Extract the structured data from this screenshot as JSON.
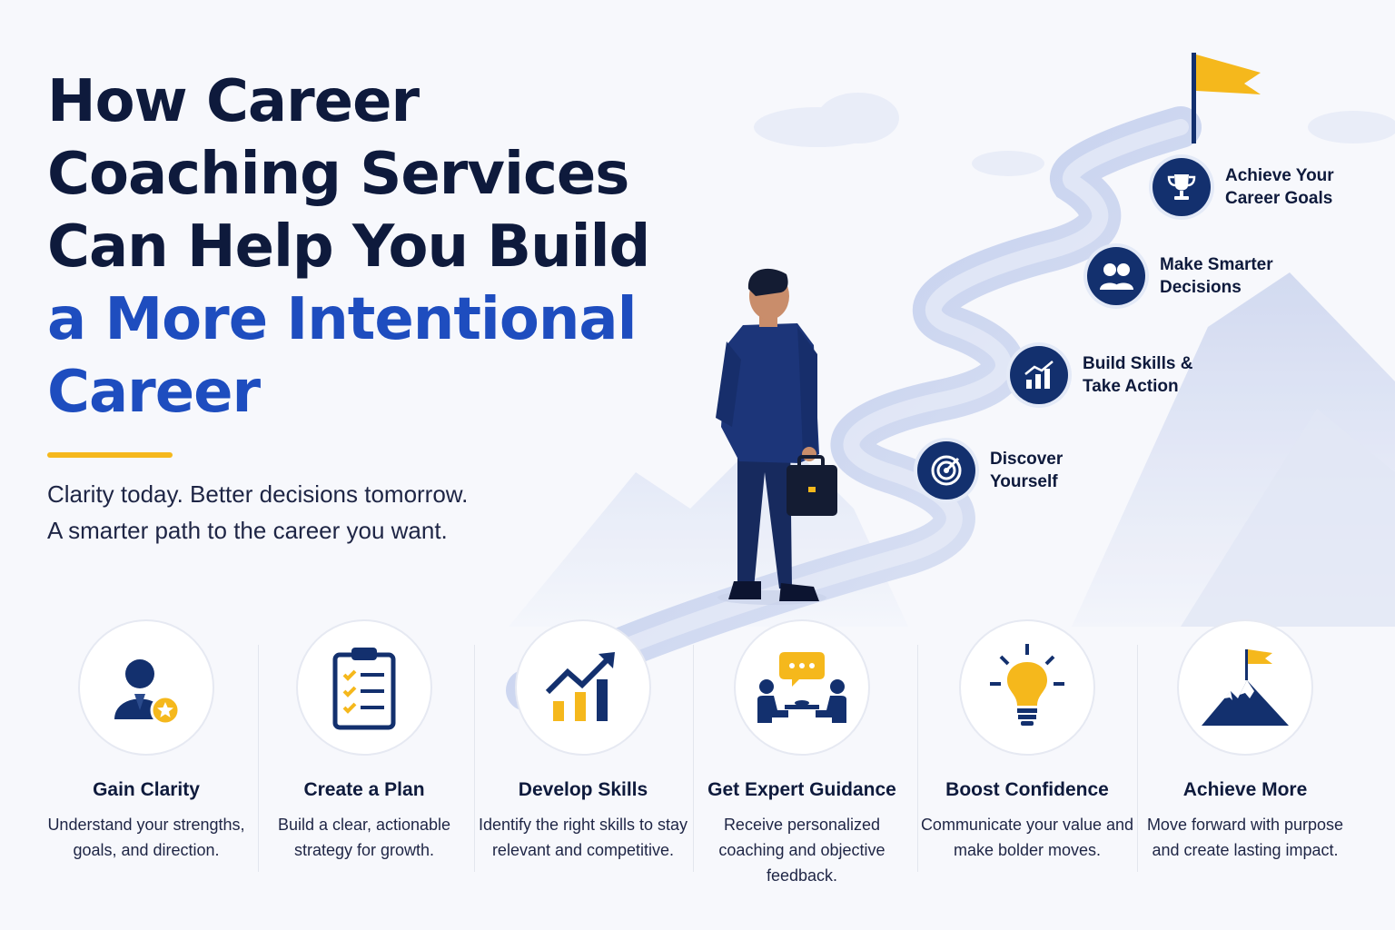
{
  "headline": {
    "lines_dark": [
      "How Career",
      "Coaching Services",
      "Can Help You Build"
    ],
    "lines_blue": [
      "a More Intentional",
      "Career"
    ]
  },
  "tagline": [
    "Clarity today. Better decisions tomorrow.",
    "A smarter path to the career you want."
  ],
  "path_steps": [
    {
      "label": "Discover\nYourself",
      "icon": "target-icon"
    },
    {
      "label": "Build Skills &\nTake Action",
      "icon": "growth-chart-icon"
    },
    {
      "label": "Make Smarter\nDecisions",
      "icon": "people-icon"
    },
    {
      "label": "Achieve Your\nCareer Goals",
      "icon": "trophy-icon"
    }
  ],
  "benefits": [
    {
      "title": "Gain Clarity",
      "description": "Understand your strengths, goals, and direction.",
      "icon": "person-star-icon"
    },
    {
      "title": "Create a Plan",
      "description": "Build a clear, actionable strategy for growth.",
      "icon": "clipboard-checklist-icon"
    },
    {
      "title": "Develop Skills",
      "description": "Identify the right skills to stay relevant and competitive.",
      "icon": "trend-chart-icon"
    },
    {
      "title": "Get Expert Guidance",
      "description": "Receive personalized coaching and objective feedback.",
      "icon": "meeting-icon"
    },
    {
      "title": "Boost Confidence",
      "description": "Communicate your value and make bolder moves.",
      "icon": "lightbulb-icon"
    },
    {
      "title": "Achieve More",
      "description": "Move forward with purpose and create lasting impact.",
      "icon": "mountain-flag-icon"
    }
  ],
  "colors": {
    "navy": "#13306e",
    "blue": "#1e4dbf",
    "yellow": "#f5b81c",
    "path": "#c6d2ee"
  }
}
